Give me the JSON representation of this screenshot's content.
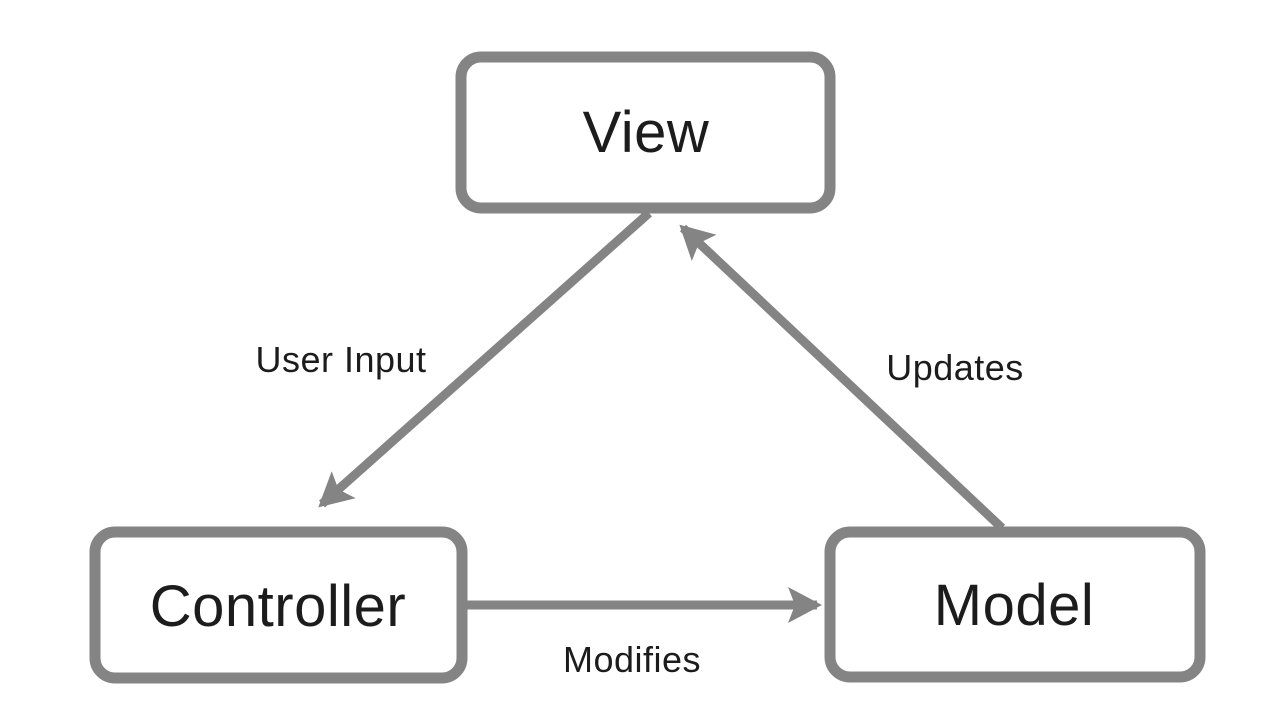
{
  "diagram": {
    "background": "#ffffff",
    "colors": {
      "connector": "#848484",
      "node_border": "#848484",
      "node_fill": "#ffffff",
      "label_text": "#1c1c1c"
    },
    "nodes": [
      {
        "id": "view",
        "label": "View"
      },
      {
        "id": "controller",
        "label": "Controller"
      },
      {
        "id": "model",
        "label": "Model"
      }
    ],
    "edges": [
      {
        "id": "user-input",
        "label": "User Input",
        "from": "view",
        "to": "controller"
      },
      {
        "id": "modifies",
        "label": "Modifies",
        "from": "controller",
        "to": "model"
      },
      {
        "id": "updates",
        "label": "Updates",
        "from": "model",
        "to": "view"
      }
    ]
  }
}
